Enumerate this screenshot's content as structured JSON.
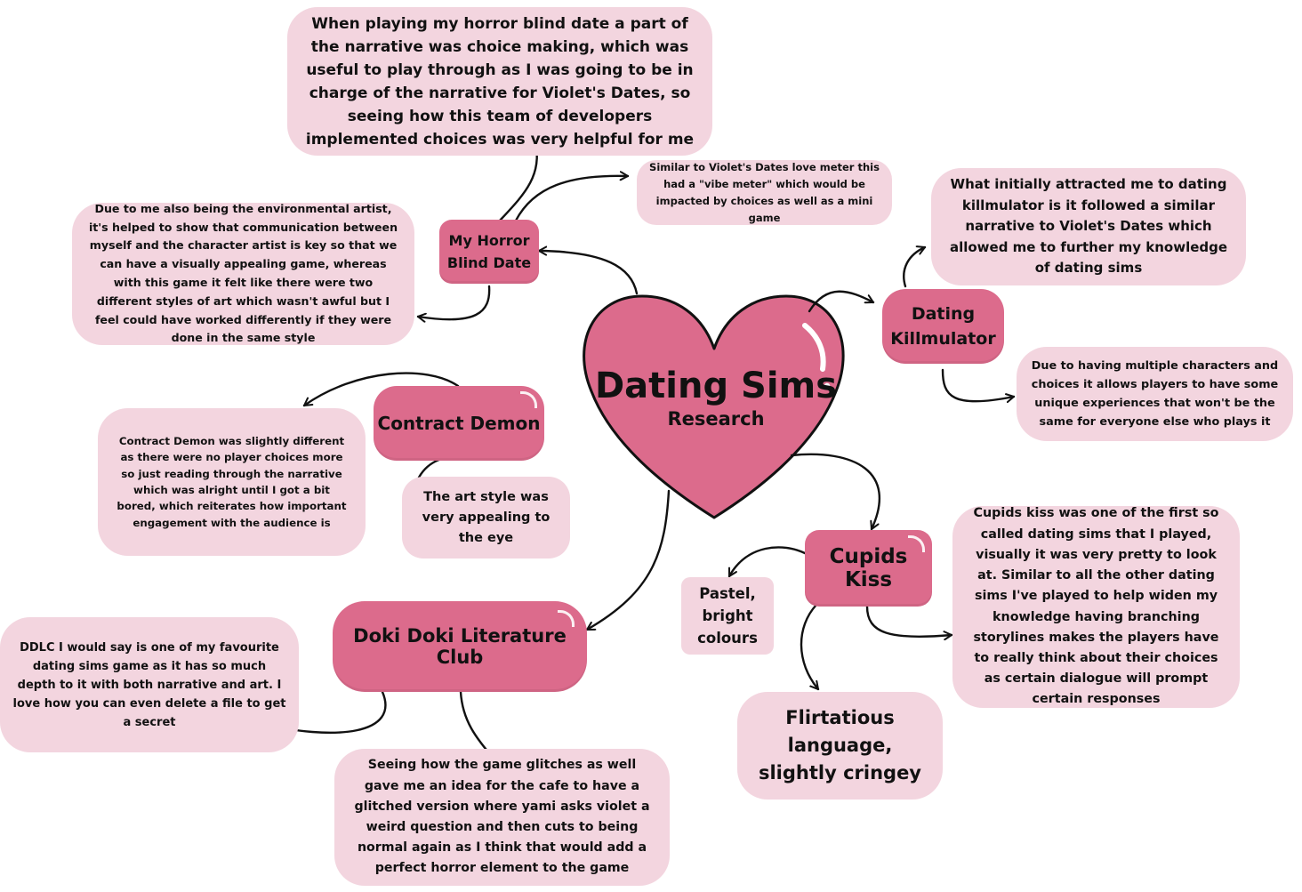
{
  "center": {
    "title": "Dating Sims",
    "subtitle": "Research"
  },
  "colors": {
    "heart": "#dc6b8c",
    "node": "#dc6b8c",
    "note": "#f3d5df",
    "outline": "#111111"
  },
  "nodes": {
    "horror": "My Horror Blind Date",
    "killmulator": "Dating Killmulator",
    "contract": "Contract Demon",
    "cupids": "Cupids Kiss",
    "doki": "Doki Doki Literature Club"
  },
  "notes": {
    "horror_choices": "When playing my horror blind date a part of the narrative was choice making, which was useful to play through as I was going to be in charge of the narrative for Violet's Dates, so seeing how this team of developers implemented choices was very helpful for me",
    "horror_vibe": "Similar to Violet's Dates love meter this had a \"vibe meter\" which would be impacted by choices as well as a mini game",
    "horror_art": "Due to me also being the environmental artist, it's helped to show that communication between myself and the character artist is key so that we can have a visually appealing game, whereas with this game it felt like there were two different styles of art which wasn't awful but I feel could have worked differently if they were done in the same style",
    "killmulator_attract": "What initially attracted me to dating killmulator is it followed a similar narrative to Violet's Dates which allowed me to further my knowledge of dating sims",
    "killmulator_choices": "Due to having multiple characters and choices it allows players to have some unique experiences that won't be the same for everyone else who plays it",
    "contract_story": "Contract Demon was slightly different as there were no player choices more so just reading through the narrative which was alright until I got a bit bored, which reiterates how important engagement with the audience is",
    "contract_art": "The art style was very appealing to the eye",
    "cupids_pastel": "Pastel, bright colours",
    "cupids_first": "Cupids kiss was one of the first so called dating sims that I played, visually it was very pretty to look at. Similar to all the other dating sims I've played to help widen my knowledge having branching storylines makes the players have to really think about their choices as certain dialogue will prompt certain responses",
    "cupids_flirt": "Flirtatious language, slightly cringey",
    "doki_favourite": "DDLC I would say is one of my favourite dating sims game as it has so much depth to it with both narrative and art. I love how you can even delete a file to get a secret",
    "doki_glitch": "Seeing how the game glitches as well gave me an idea for the cafe to have a glitched version where yami asks violet a weird question and then cuts to being normal again as I think that would add a perfect horror element to the game"
  }
}
